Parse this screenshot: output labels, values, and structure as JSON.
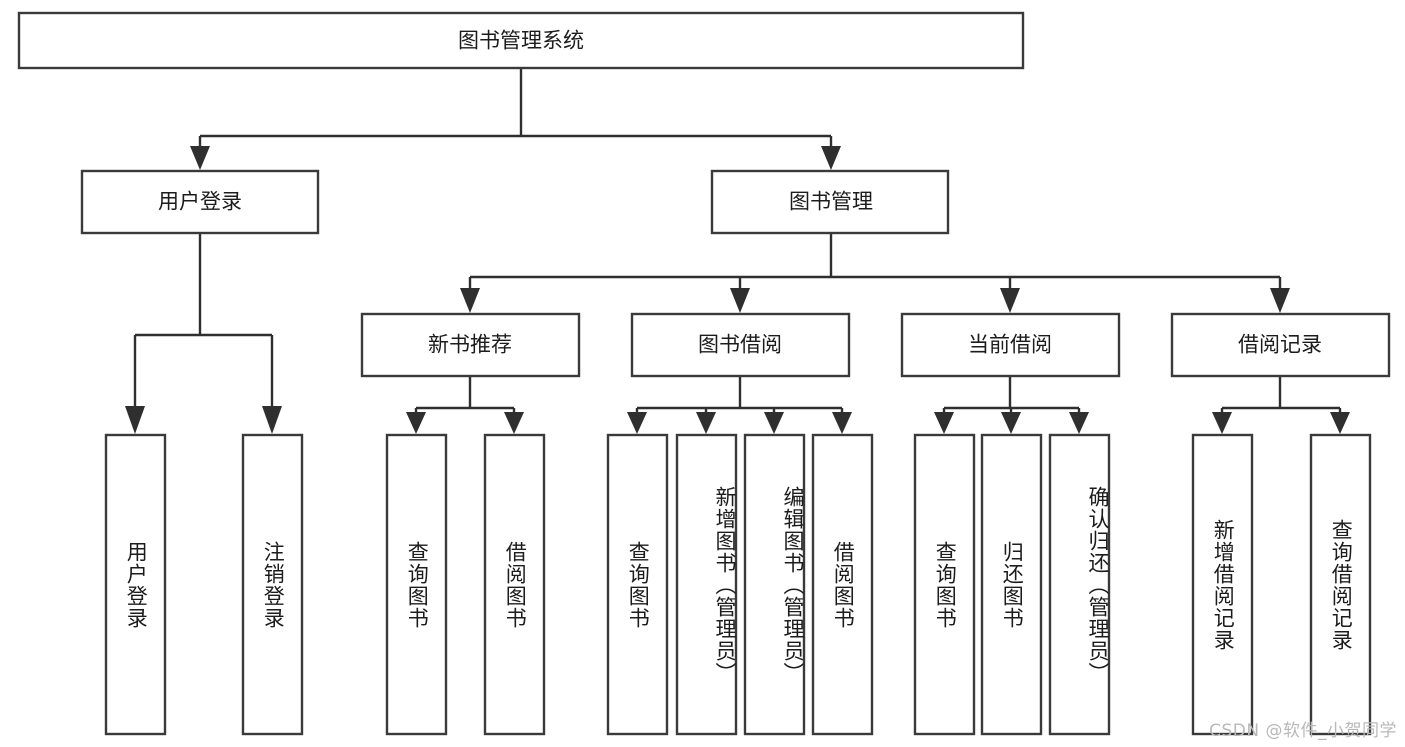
{
  "diagram": {
    "title": "图书管理系统",
    "type": "tree-hierarchy-diagram",
    "root": {
      "label": "图书管理系统",
      "orientation": "horizontal"
    },
    "level2": [
      {
        "id": "user-login",
        "label": "用户登录",
        "orientation": "horizontal"
      },
      {
        "id": "book-management",
        "label": "图书管理",
        "orientation": "horizontal"
      }
    ],
    "level3": [
      {
        "id": "new-book-recommend",
        "label": "新书推荐",
        "orientation": "horizontal"
      },
      {
        "id": "book-borrow",
        "label": "图书借阅",
        "orientation": "horizontal"
      },
      {
        "id": "current-borrow",
        "label": "当前借阅",
        "orientation": "horizontal"
      },
      {
        "id": "borrow-record",
        "label": "借阅记录",
        "orientation": "horizontal"
      }
    ],
    "leaves": {
      "user-login": [
        {
          "id": "leaf-user-login",
          "label": "用户登录"
        },
        {
          "id": "leaf-logout-login",
          "label": "注销登录"
        }
      ],
      "new-book-recommend": [
        {
          "id": "leaf-query-book-1",
          "label": "查询图书"
        },
        {
          "id": "leaf-borrow-book-1",
          "label": "借阅图书"
        }
      ],
      "book-borrow": [
        {
          "id": "leaf-query-book-2",
          "label": "查询图书"
        },
        {
          "id": "leaf-add-book-admin",
          "label": "新增图书（管理员）"
        },
        {
          "id": "leaf-edit-book-admin",
          "label": "编辑图书（管理员）"
        },
        {
          "id": "leaf-borrow-book-2",
          "label": "借阅图书"
        }
      ],
      "current-borrow": [
        {
          "id": "leaf-query-book-3",
          "label": "查询图书"
        },
        {
          "id": "leaf-return-book",
          "label": "归还图书"
        },
        {
          "id": "leaf-confirm-return-admin",
          "label": "确认归还（管理员）"
        }
      ],
      "borrow-record": [
        {
          "id": "leaf-add-borrow-record",
          "label": "新增借阅记录"
        },
        {
          "id": "leaf-query-borrow-record",
          "label": "查询借阅记录"
        }
      ]
    }
  },
  "watermark": {
    "text": "CSDN @软件_小贺同学"
  },
  "colors": {
    "background": "#ffffff",
    "box_border": "#3a3a3a",
    "connector": "#2f2f2f",
    "text": "#1c1c1c",
    "watermark": "#b9b9b9"
  }
}
